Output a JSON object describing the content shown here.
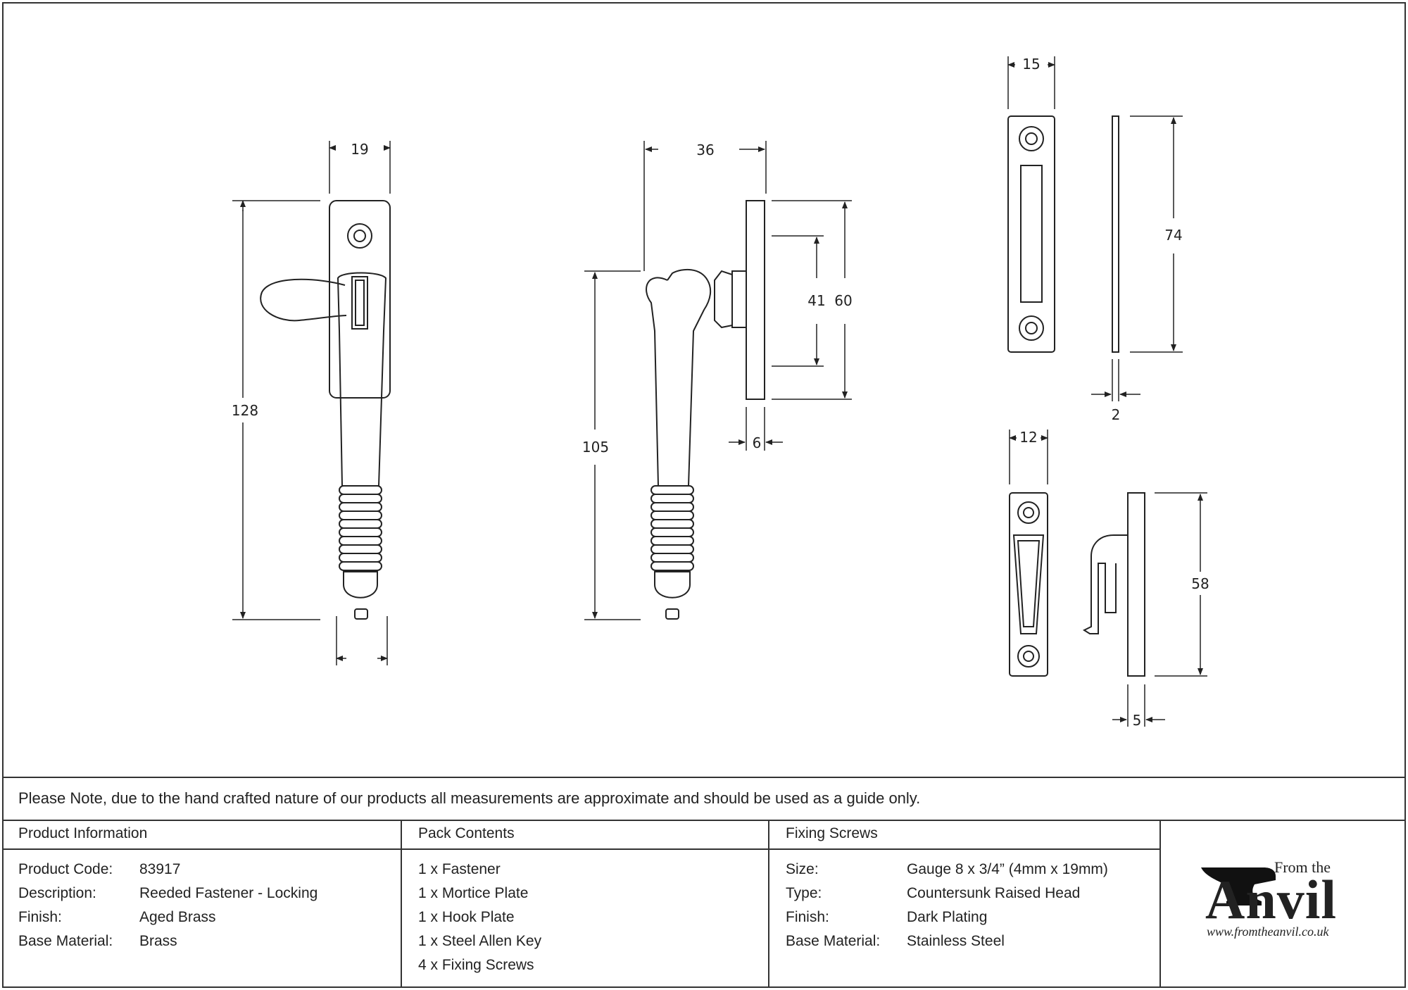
{
  "dimensions": {
    "fastener_front_width": "19",
    "fastener_front_height": "128",
    "fastener_side_reach": "36",
    "fastener_side_height": "105",
    "fastener_plate_inner": "41",
    "fastener_plate_outer": "60",
    "fastener_plate_thickness": "6",
    "mortice_width": "15",
    "mortice_height": "74",
    "mortice_thickness": "2",
    "hook_width": "12",
    "hook_height": "58",
    "hook_thickness": "5"
  },
  "note": "Please Note, due to the hand crafted nature of our products all measurements are approximate and should be used as a guide only.",
  "product_info": {
    "title": "Product Information",
    "rows": [
      {
        "label": "Product Code:",
        "value": "83917"
      },
      {
        "label": "Description:",
        "value": "Reeded Fastener - Locking"
      },
      {
        "label": "Finish:",
        "value": "Aged Brass"
      },
      {
        "label": "Base Material:",
        "value": "Brass"
      }
    ]
  },
  "pack_contents": {
    "title": "Pack Contents",
    "items": [
      "1 x Fastener",
      "1 x Mortice Plate",
      "1 x Hook Plate",
      "1 x Steel Allen Key",
      "4 x Fixing Screws"
    ]
  },
  "fixing_screws": {
    "title": "Fixing Screws",
    "rows": [
      {
        "label": "Size:",
        "value": "Gauge 8 x 3/4” (4mm x 19mm)"
      },
      {
        "label": "Type:",
        "value": "Countersunk Raised Head"
      },
      {
        "label": "Finish:",
        "value": "Dark Plating"
      },
      {
        "label": "Base Material:",
        "value": "Stainless Steel"
      }
    ]
  },
  "logo": {
    "from_text": "From the",
    "name": "Anvil",
    "url": "www.fromtheanvil.co.uk"
  }
}
